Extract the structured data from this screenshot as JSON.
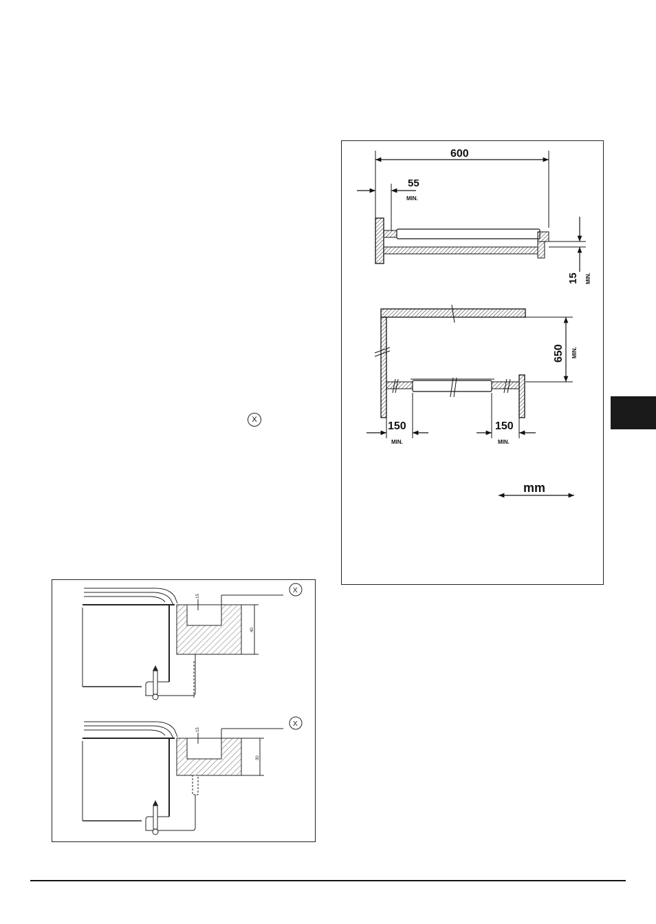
{
  "callout_marker": "X",
  "dimension_figure": {
    "width_label": "600",
    "clearance_label": "55",
    "clearance_note": "MIN.",
    "depth_label": "15",
    "depth_note": "MIN.",
    "height_label": "650",
    "height_note": "MIN.",
    "left_side_label": "150",
    "left_side_note": "MIN.",
    "right_side_label": "150",
    "right_side_note": "MIN.",
    "unit_label": "mm"
  },
  "section_figure": {
    "upper_marker": "X",
    "upper_small_dim": "15",
    "upper_height_dim": "40",
    "lower_marker": "X",
    "lower_small_dim": "15",
    "lower_height_dim": "30"
  }
}
